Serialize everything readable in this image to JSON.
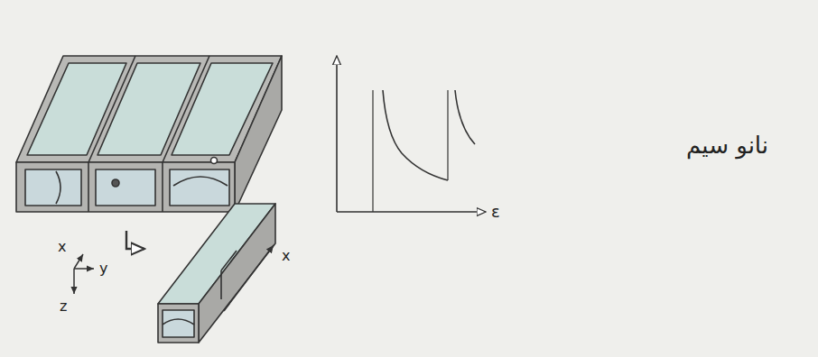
{
  "diagram": {
    "labels": [
      "x",
      "y",
      "z",
      "x",
      "ε",
      "نانو سیم"
    ]
  }
}
